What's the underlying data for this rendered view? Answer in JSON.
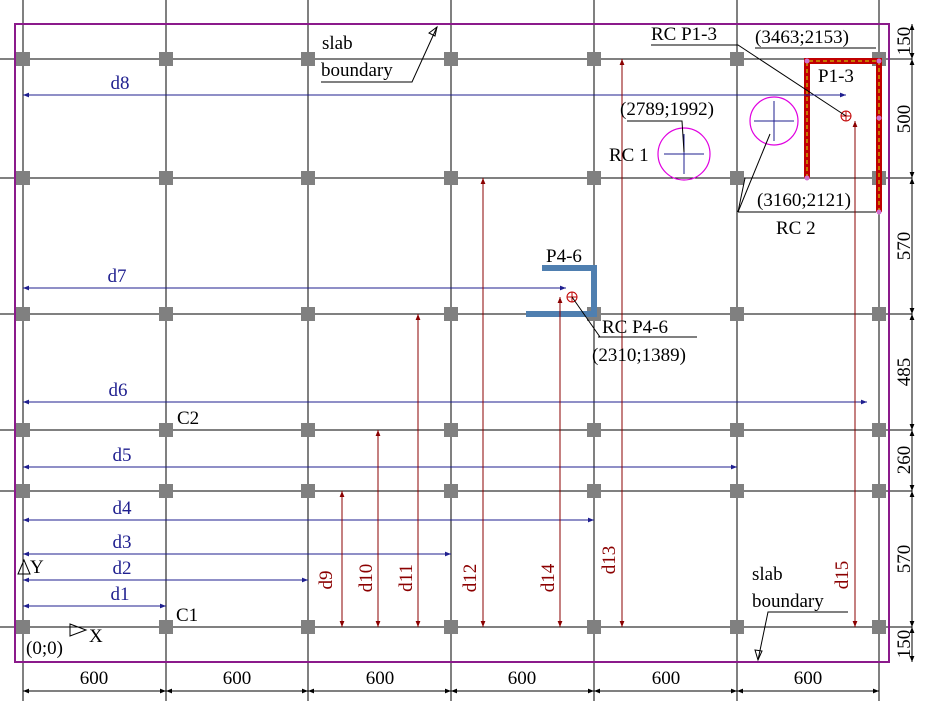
{
  "colors": {
    "grid": "#000000",
    "slab": "#8b1a8b",
    "column": "#808080",
    "blue_dim": "#1f1f8f",
    "red_dim": "#8b0000",
    "wall_red": "#c00000",
    "wall_yellow": "#c8a000",
    "wall_blue": "#4f7fb0",
    "circle": "#e000e0"
  },
  "labels": {
    "slab_boundary_top_1": "slab",
    "slab_boundary_top_2": "boundary",
    "slab_boundary_bottom_1": "slab",
    "slab_boundary_bottom_2": "boundary",
    "rc_p13": "RC P1-3",
    "p13": "P1-3",
    "coord_3463": "(3463;2153)",
    "coord_2789": "(2789;1992)",
    "rc1": "RC 1",
    "coord_3160": "(3160;2121)",
    "rc2": "RC 2",
    "p46": "P4-6",
    "rc_p46": "RC P4-6",
    "coord_2310": "(2310;1389)",
    "c2": "C2",
    "c1": "C1",
    "origin": "(0;0)",
    "axis_x": "X",
    "axis_y": "Y"
  },
  "dims_blue": [
    "d1",
    "d2",
    "d3",
    "d4",
    "d5",
    "d6",
    "d7",
    "d8"
  ],
  "dims_red": [
    "d9",
    "d10",
    "d11",
    "d12",
    "d13",
    "d14",
    "d15"
  ],
  "bottom_dims": [
    "600",
    "600",
    "600",
    "600",
    "600",
    "600"
  ],
  "right_dims": [
    "150",
    "500",
    "570",
    "485",
    "260",
    "570",
    "150"
  ]
}
